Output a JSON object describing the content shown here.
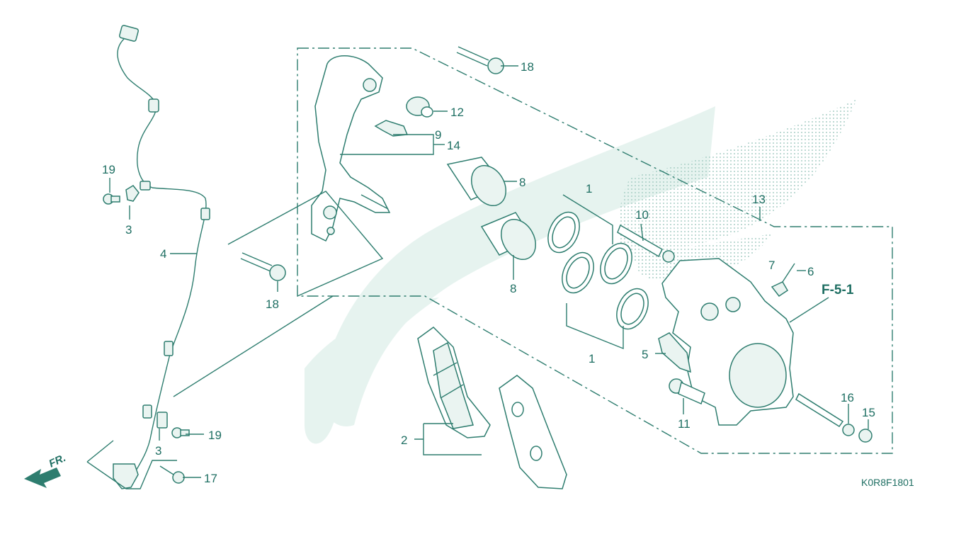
{
  "diagram": {
    "code": "K0R8F1801",
    "front_marker": "FR.",
    "reference": "F-5-1"
  },
  "callouts": {
    "c1a": "1",
    "c1b": "1",
    "c2": "2",
    "c3a": "3",
    "c3b": "3",
    "c4": "4",
    "c5": "5",
    "c6": "6",
    "c7": "7",
    "c8a": "8",
    "c8b": "8",
    "c9": "9",
    "c10": "10",
    "c11": "11",
    "c12": "12",
    "c13": "13",
    "c14": "14",
    "c15": "15",
    "c16": "16",
    "c17": "17",
    "c18a": "18",
    "c18b": "18",
    "c19a": "19",
    "c19b": "19"
  },
  "colors": {
    "line": "#2e7d6f",
    "text": "#1f6f63",
    "watermark": "#e6f3ef",
    "background": "#ffffff"
  },
  "icons": [
    "front-arrow-icon",
    "watermark-wing-logo"
  ]
}
